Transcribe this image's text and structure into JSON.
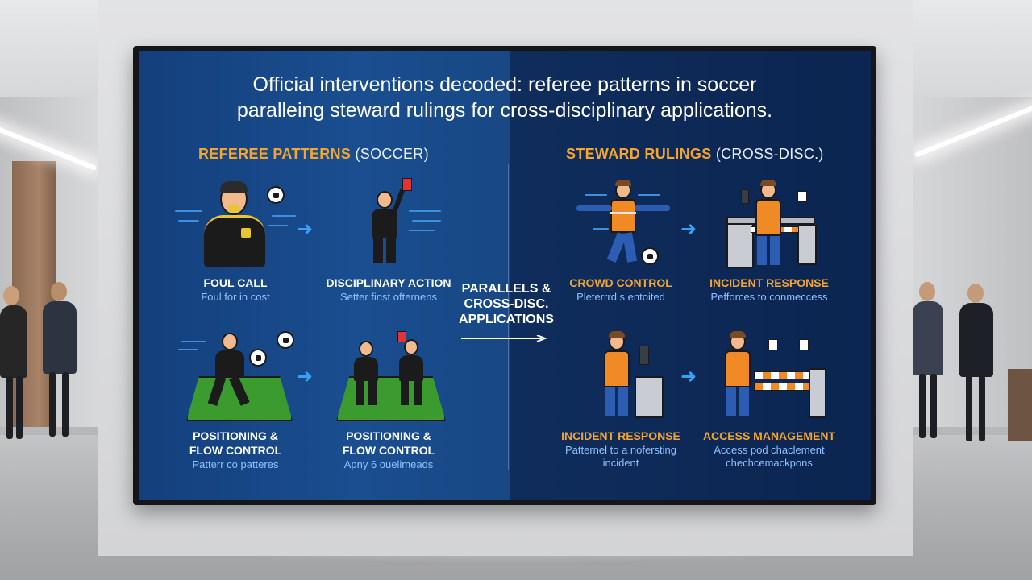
{
  "headline": {
    "line1": "Official interventions decoded: referee patterns in soccer",
    "line2": "paralleing steward rulings for cross-disciplinary applications."
  },
  "left_section": {
    "title": "REFEREE PATTERNS",
    "paren": "(SOCCER)"
  },
  "right_section": {
    "title": "STEWARD RULINGS",
    "paren": "(CROSS-DISC.)"
  },
  "center": {
    "line1": "PARALLELS &",
    "line2": "CROSS-DISC.",
    "line3": "APPLICATIONS"
  },
  "panels": {
    "foul_call": {
      "title": "FOUL CALL",
      "desc": "Foul for in cost"
    },
    "disciplinary": {
      "title": "DISCIPLINARY ACTION",
      "desc": "Setter finst ofternens"
    },
    "positioning_1": {
      "title1": "POSITIONING &",
      "title2": "FLOW CONTROL",
      "desc": "Patterr co patteres"
    },
    "positioning_2": {
      "title1": "POSITIONING &",
      "title2": "FLOW CONTROL",
      "desc": "Apny 6 ouelimeads"
    },
    "crowd_control": {
      "title": "CROWD CONTROL",
      "desc": "Pleterrrd s entoited"
    },
    "incident_response_1": {
      "title": "INCIDENT RESPONSE",
      "desc": "Pefforces to conmeccess"
    },
    "incident_response_2": {
      "title": "INCIDENT RESPONSE",
      "desc1": "Patternel to a nofersting",
      "desc2": "incident"
    },
    "access_management": {
      "title": "ACCESS MANAGEMENT",
      "desc1": "Access pod chaclement",
      "desc2": "chechcemackpons"
    }
  },
  "icons": {
    "arrow": "right-arrow",
    "ball": "soccer-ball",
    "card": "red-card",
    "vest": "safety-vest",
    "gate": "turnstile-gate"
  },
  "colors": {
    "accent_orange": "#f3a531",
    "desc_blue": "#8fc1ff",
    "arrow_blue": "#39a0f2",
    "screen_left": "#1a4e90",
    "screen_right": "#0c2855"
  }
}
